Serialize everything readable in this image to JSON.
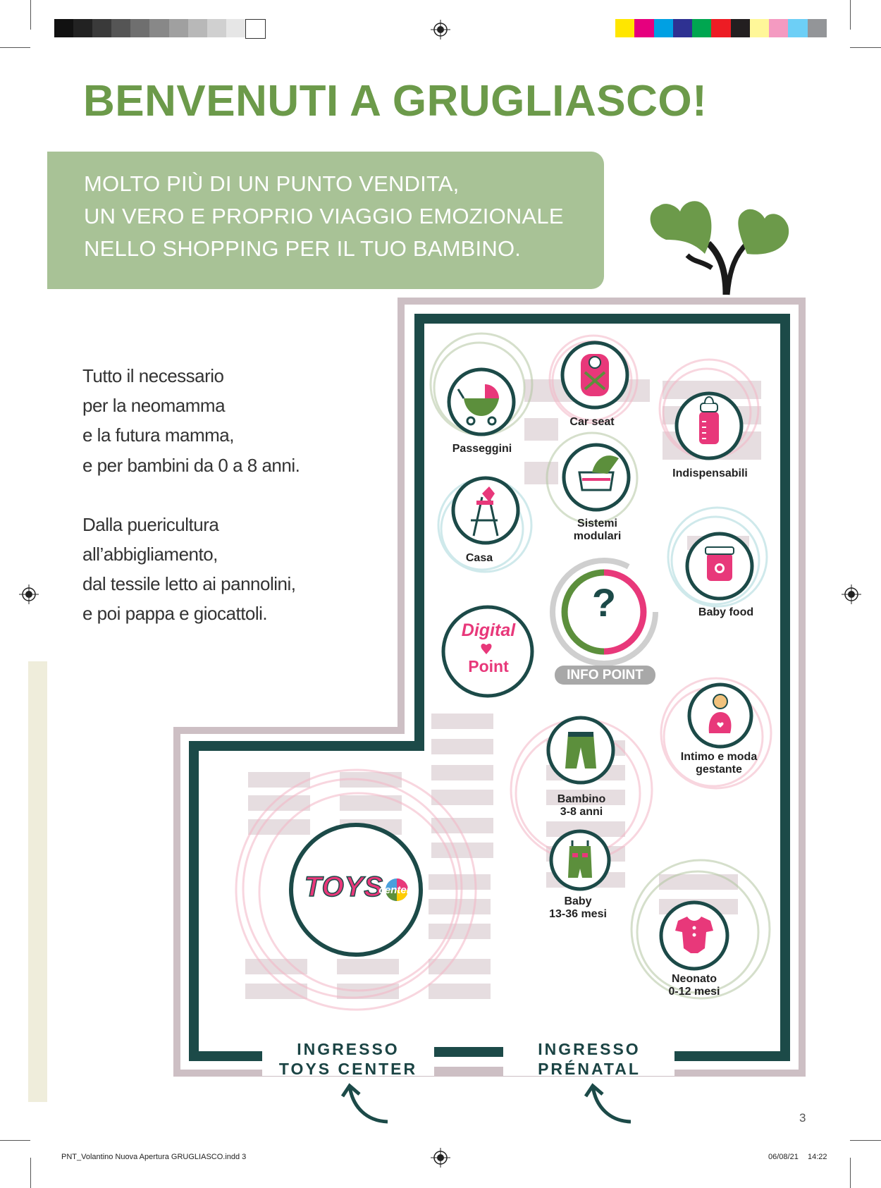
{
  "title": "BENVENUTI A GRUGLIASCO!",
  "banner": {
    "lines": [
      "MOLTO PIÙ DI UN PUNTO VENDITA,",
      "UN VERO E PROPRIO VIAGGIO EMOZIONALE",
      "NELLO SHOPPING PER IL TUO BAMBINO."
    ]
  },
  "intro": {
    "paragraph1": [
      "Tutto il necessario",
      "per la neomamma",
      "e la futura mamma,",
      "e per bambini da 0 a 8 anni."
    ],
    "paragraph2": [
      "Dalla puericultura",
      "all’abbigliamento,",
      "dal tessile letto ai pannolini,",
      "e poi pappa e giocattoli."
    ]
  },
  "zones": {
    "passeggini": "Passeggini",
    "car_seat": "Car seat",
    "indispensabili": "Indispensabili",
    "sistemi_modulari_1": "Sistemi",
    "sistemi_modulari_2": "modulari",
    "casa": "Casa",
    "baby_food": "Baby food",
    "digital_1": "Digital",
    "digital_2": "Point",
    "info_q": "?",
    "info_point": "INFO POINT",
    "intimo_1": "Intimo e moda",
    "intimo_2": "gestante",
    "bambino_1": "Bambino",
    "bambino_2": "3-8 anni",
    "baby_1": "Baby",
    "baby_2": "13-36 mesi",
    "neonato_1": "Neonato",
    "neonato_2": "0-12 mesi",
    "toys_logo": "TOYS",
    "toys_sub": "center"
  },
  "entrances": {
    "toys_1": "INGRESSO",
    "toys_2": "TOYS CENTER",
    "prenatal_1": "INGRESSO",
    "prenatal_2": "PRÉNATAL"
  },
  "footer": {
    "file": "PNT_Volantino Nuova Apertura GRUGLIASCO.indd   3",
    "date": "06/08/21",
    "time": "14:22"
  },
  "page_number": "3",
  "colors": {
    "green_title": "#6c9a4a",
    "banner_green": "#a8c296",
    "wall_dark": "#1c4a48",
    "wall_light": "#cdbfc4",
    "pink": "#e8387a",
    "icon_green": "#5c8f3c"
  }
}
